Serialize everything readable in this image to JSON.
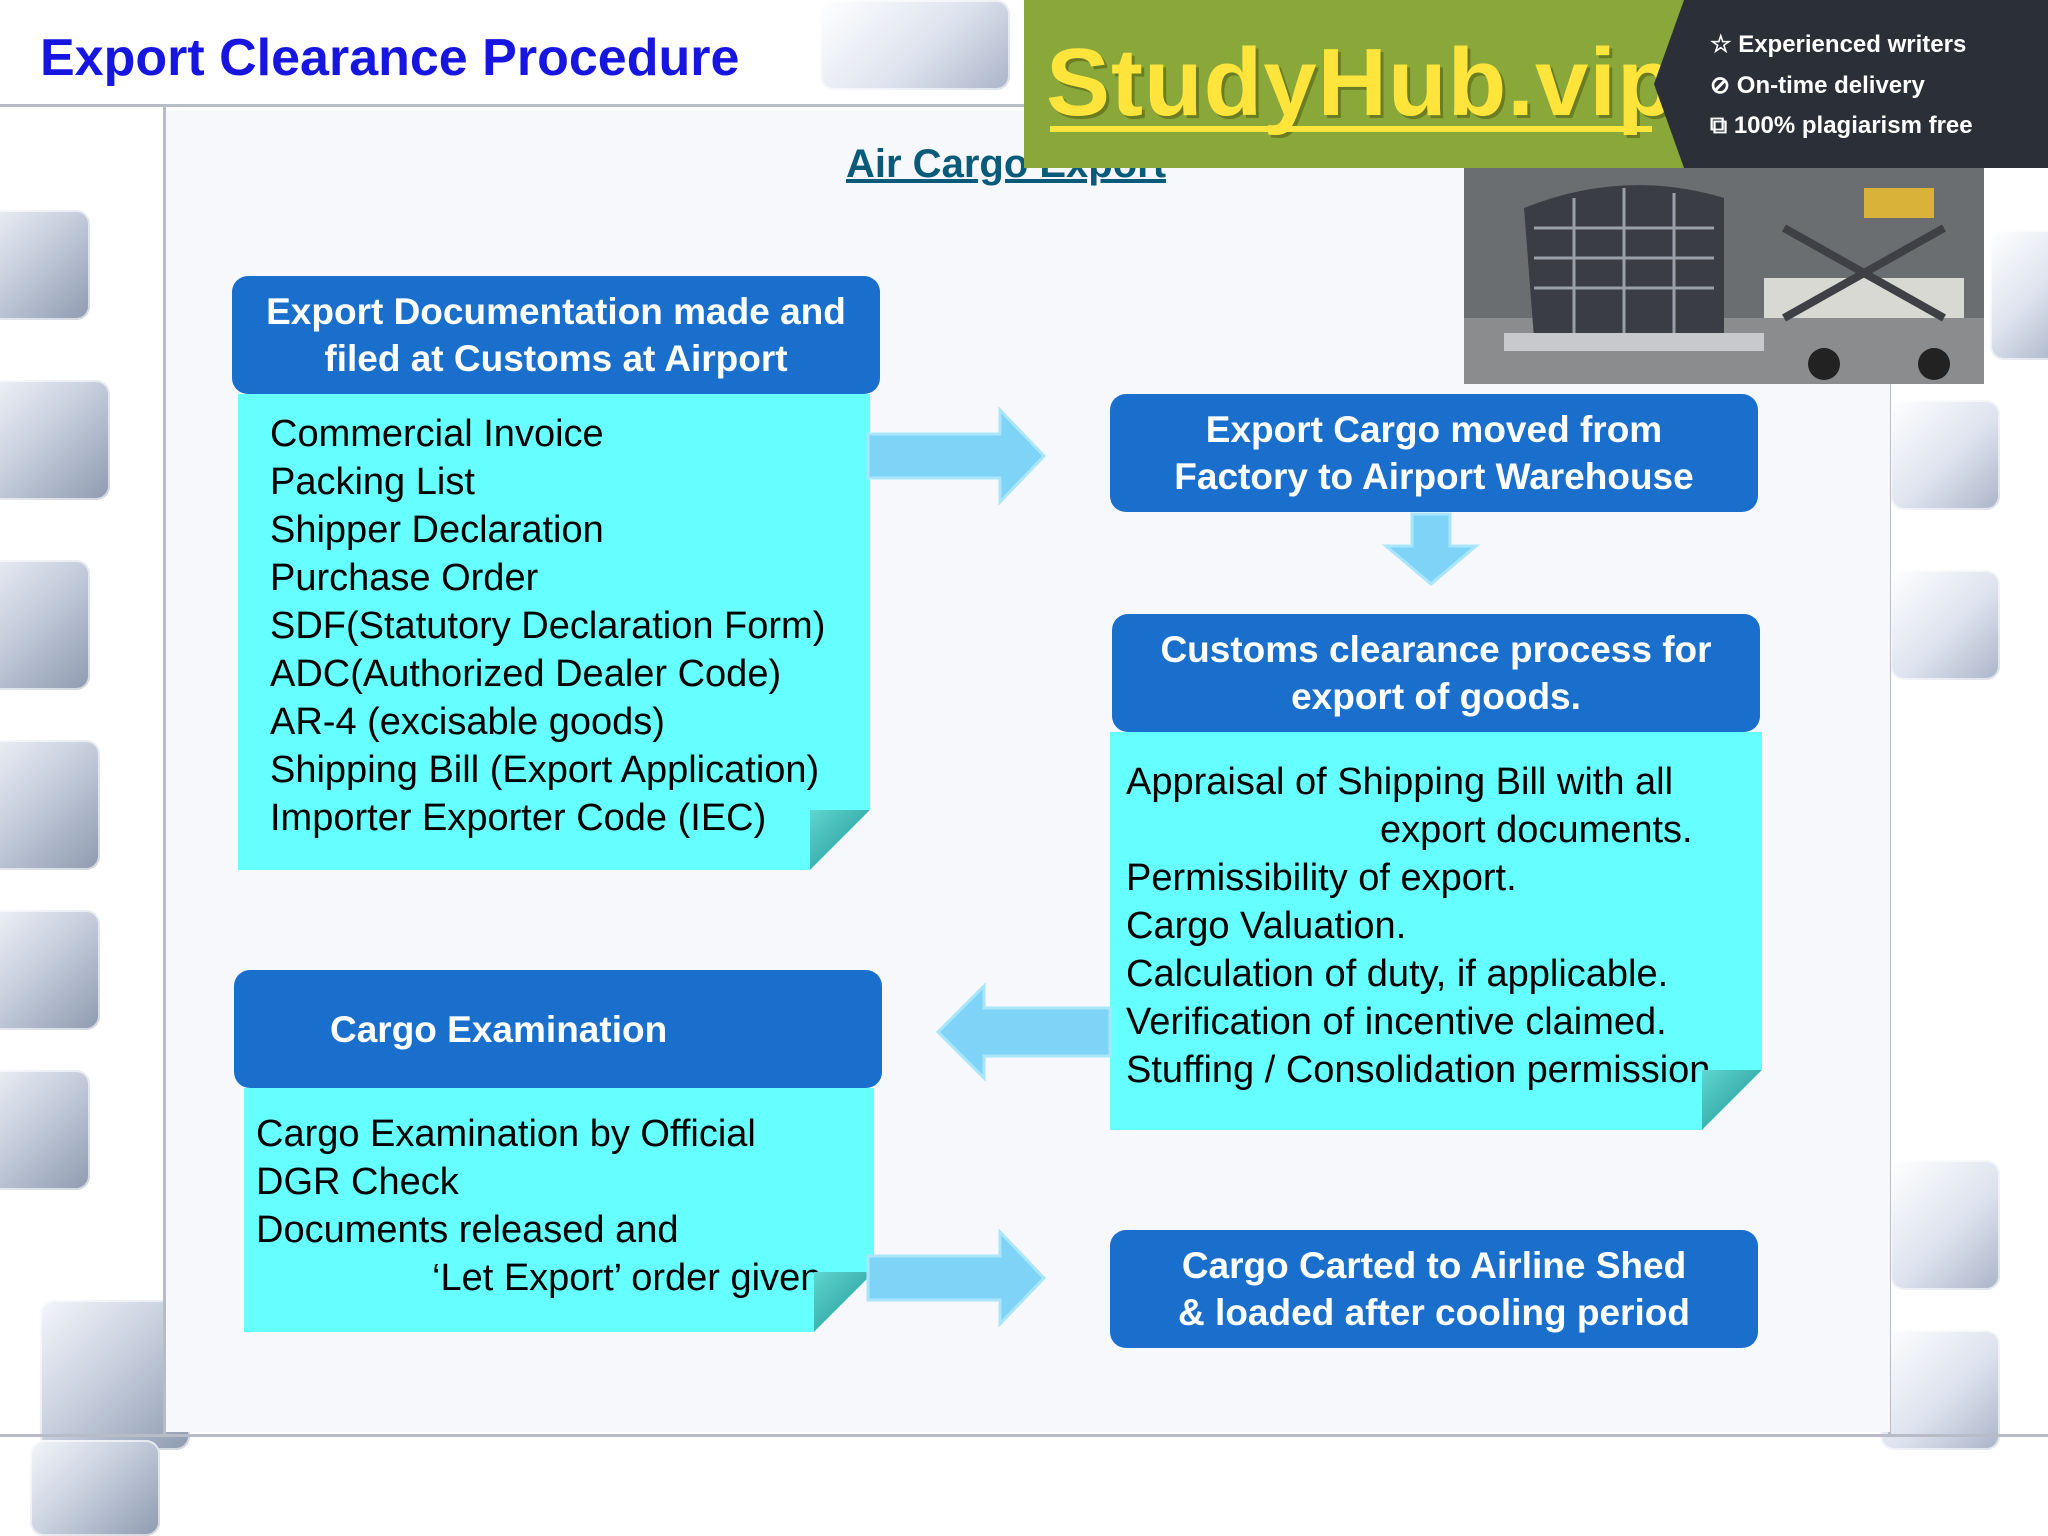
{
  "slide": {
    "title": "Export Clearance Procedure",
    "subtitle": "Air Cargo Export"
  },
  "ad": {
    "brand": "StudyHub.vip",
    "features": [
      {
        "icon": "star-icon",
        "text": "Experienced writers"
      },
      {
        "icon": "clock-icon",
        "text": "On-time delivery"
      },
      {
        "icon": "copy-icon",
        "text": "100% plagiarism free"
      }
    ],
    "colors": {
      "green": "#8aa83a",
      "dark": "#2b3038",
      "brand_text": "#ffe53b"
    }
  },
  "flow": {
    "documentation": {
      "header_line1": "Export Documentation made and",
      "header_line2": "filed at Customs at Airport",
      "items": [
        "Commercial Invoice",
        "Packing List",
        "Shipper Declaration",
        "Purchase Order",
        "SDF(Statutory Declaration Form)",
        "ADC(Authorized Dealer Code)",
        "AR-4 (excisable goods)",
        "Shipping Bill (Export Application)",
        "Importer Exporter Code (IEC)"
      ]
    },
    "moved": {
      "line1": "Export Cargo moved from",
      "line2": "Factory to Airport Warehouse"
    },
    "customs": {
      "header_line1": "Customs clearance process for",
      "header_line2": "export of goods.",
      "items": [
        "Appraisal of Shipping Bill with all",
        "export documents.",
        "Permissibility of export.",
        "Cargo Valuation.",
        "Calculation of duty, if applicable.",
        "Verification of incentive claimed.",
        "Stuffing / Consolidation permission."
      ]
    },
    "examination": {
      "header": "Cargo Examination",
      "items": [
        "Cargo Examination by Official",
        "DGR Check",
        "Documents released and",
        "‘Let Export’ order given."
      ]
    },
    "carted": {
      "line1": "Cargo Carted to Airline Shed",
      "line2": "& loaded after cooling period"
    }
  },
  "colors": {
    "title": "#1616e0",
    "header_box": "#1a6fcc",
    "note": "#66ffff",
    "arrow": "#7fd3f7"
  }
}
